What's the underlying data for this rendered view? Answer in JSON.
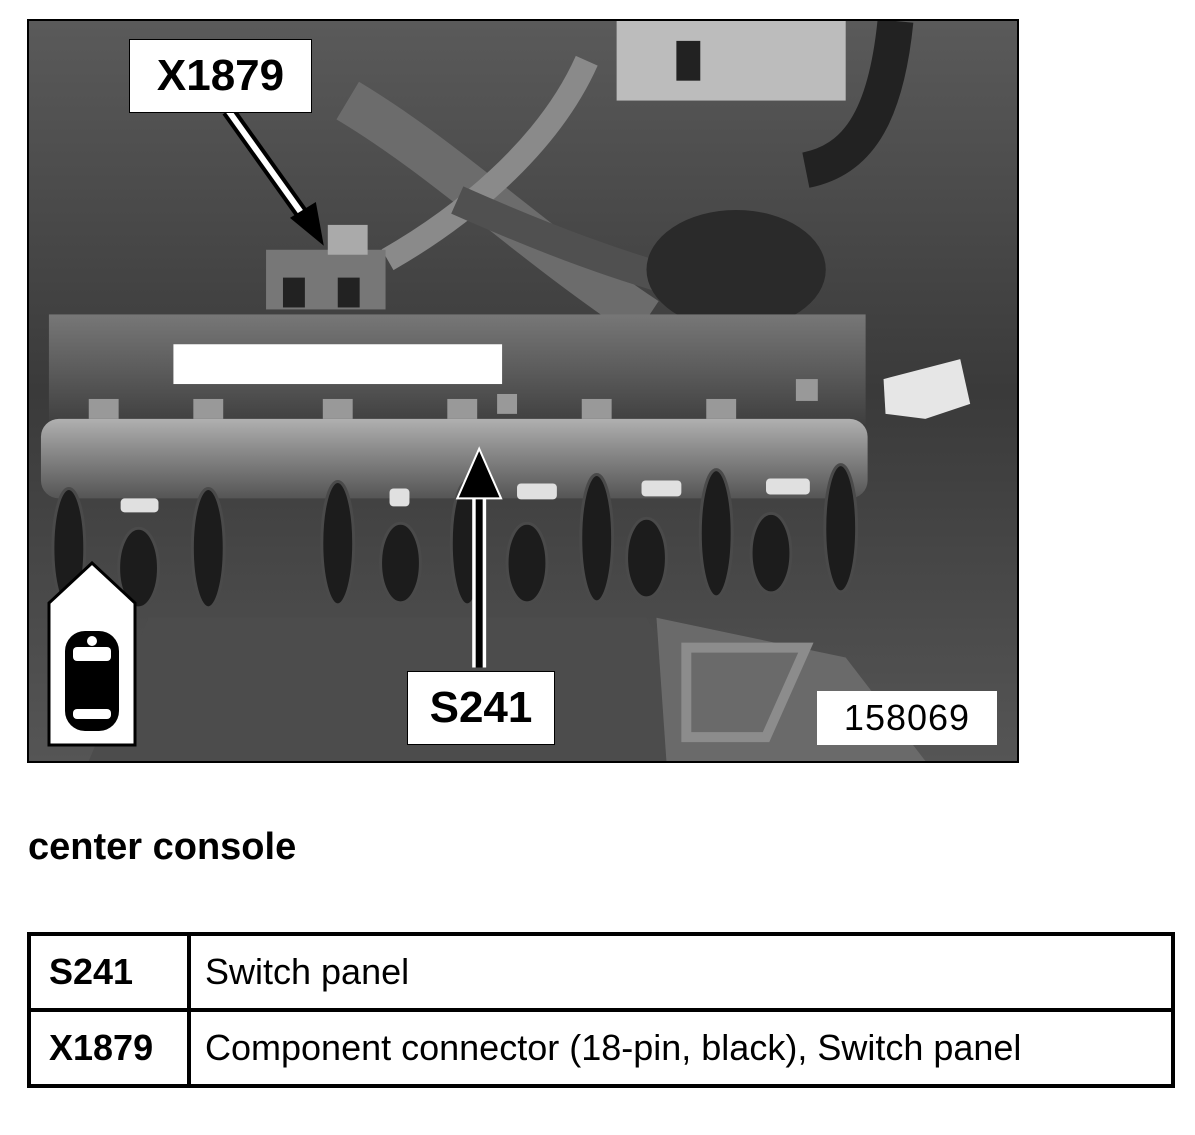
{
  "figure": {
    "callout_connector": "X1879",
    "callout_switch_panel": "S241",
    "figure_number": "158069",
    "icon": "car-top-view-icon"
  },
  "caption": "center console",
  "legend": {
    "rows": [
      {
        "code": "S241",
        "description": "Switch panel"
      },
      {
        "code": "X1879",
        "description": "Component connector (18-pin, black), Switch panel"
      }
    ]
  },
  "colors": {
    "photo_dark": "#2e2e2e",
    "photo_mid": "#6e6e6e",
    "photo_light": "#bdbdbd",
    "label_bg": "#ffffff",
    "ink": "#000000"
  }
}
